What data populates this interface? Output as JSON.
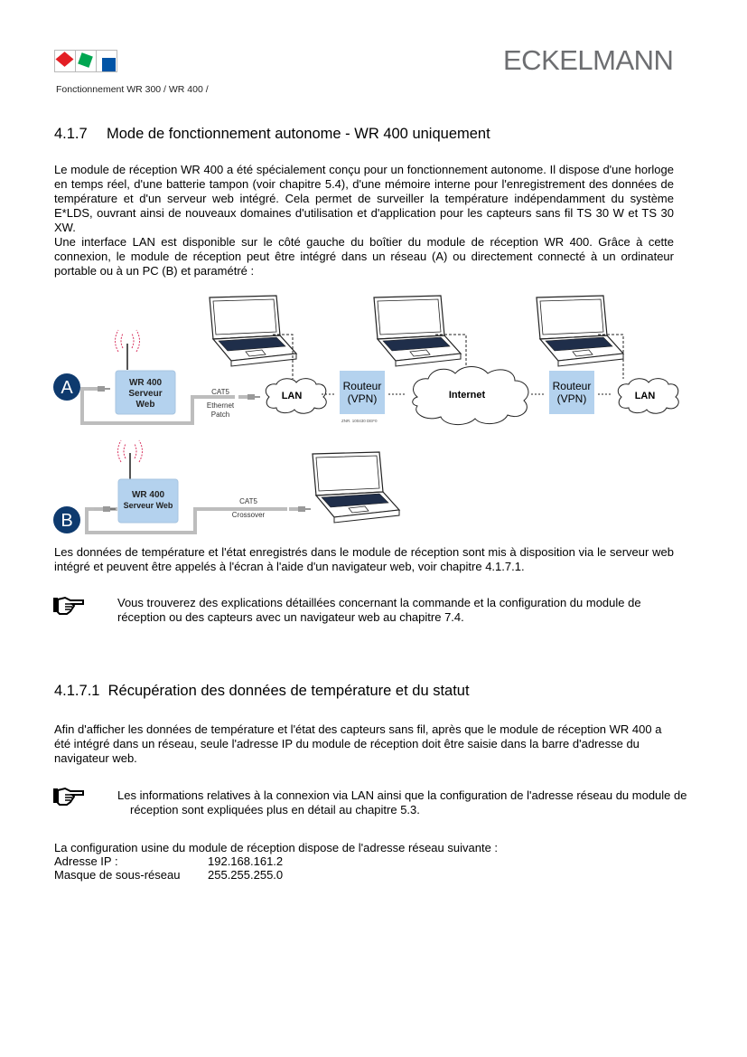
{
  "header": {
    "brand": "ECKELMANN",
    "logo_colors": [
      "#e31e24",
      "#00a651",
      "#0054a6"
    ],
    "subtitle": "Fonctionnement WR 300 / WR 400 /"
  },
  "section": {
    "number": "4.1.7",
    "title": "Mode de fonctionnement autonome - WR 400 uniquement",
    "paragraphs": [
      "Le module de réception WR 400 a été spécialement conçu pour un fonctionnement autonome. Il dispose d'une horloge en temps réel, d'une batterie tampon (voir chapitre 5.4), d'une mémoire interne pour l'enregistrement des données de température et d'un serveur web intégré. Cela permet de surveiller la température indépendamment du système E*LDS, ouvrant ainsi de nouveaux domaines d'utilisation et d'application pour les capteurs sans fil TS 30 W et TS 30 XW.",
      "Une interface LAN est disponible sur le côté gauche du boîtier du module de réception WR 400. Grâce à cette connexion, le module de réception peut être intégré dans un réseau (A) ou directement connecté à un ordinateur portable ou à un PC (B) et paramétré :"
    ],
    "after_diagram": "Les données de température et l'état enregistrés dans le module de réception sont mis à disposition via le serveur web intégré et peuvent être appelés à l'écran à l'aide d'un navigateur web, voir chapitre 4.1.7.1.",
    "note": "Vous trouverez des explications détaillées concernant la commande et la configuration du module de réception ou des capteurs avec un navigateur web au chapitre 7.4."
  },
  "diagram": {
    "colors": {
      "box_fill": "#b4d2ee",
      "badge": "#0e3a6e",
      "cable": "#bdbdbd",
      "signal": "#d8335f"
    },
    "a": {
      "badge": "A",
      "device_lines": [
        "WR 400",
        "Serveur",
        "Web"
      ],
      "cable_top": "CAT5",
      "cable_bottom_lines": [
        "Ethernet",
        "Patch"
      ],
      "lan_left": "LAN",
      "router_left_lines": [
        "Routeur",
        "(VPN)"
      ],
      "drawing_number": "ZNR. 100430 DEF0",
      "internet": "Internet",
      "router_right_lines": [
        "Routeur",
        "(VPN)"
      ],
      "lan_right": "LAN"
    },
    "b": {
      "badge": "B",
      "device_lines": [
        "WR 400",
        "Serveur Web"
      ],
      "cable_top": "CAT5",
      "cable_bottom": "Crossover"
    }
  },
  "subsection": {
    "number": "4.1.7.1",
    "title": "Récupération des données de température et du statut",
    "paragraph": "Afin d'afficher les données de température et l'état des capteurs sans fil, après que le module de réception WR 400 a été intégré dans un réseau, seule l'adresse IP du module de réception doit être saisie dans la barre d'adresse du navigateur web.",
    "note": "Les informations relatives à la connexion via LAN ainsi que la configuration de l'adresse réseau du module de réception sont expliquées plus en détail au chapitre 5.3.",
    "config_intro": "La configuration usine du module de réception dispose de l'adresse réseau suivante :",
    "config": [
      {
        "label": "Adresse IP :",
        "value": "192.168.161.2"
      },
      {
        "label": "Masque de sous-réseau",
        "value": "255.255.255.0"
      }
    ]
  }
}
